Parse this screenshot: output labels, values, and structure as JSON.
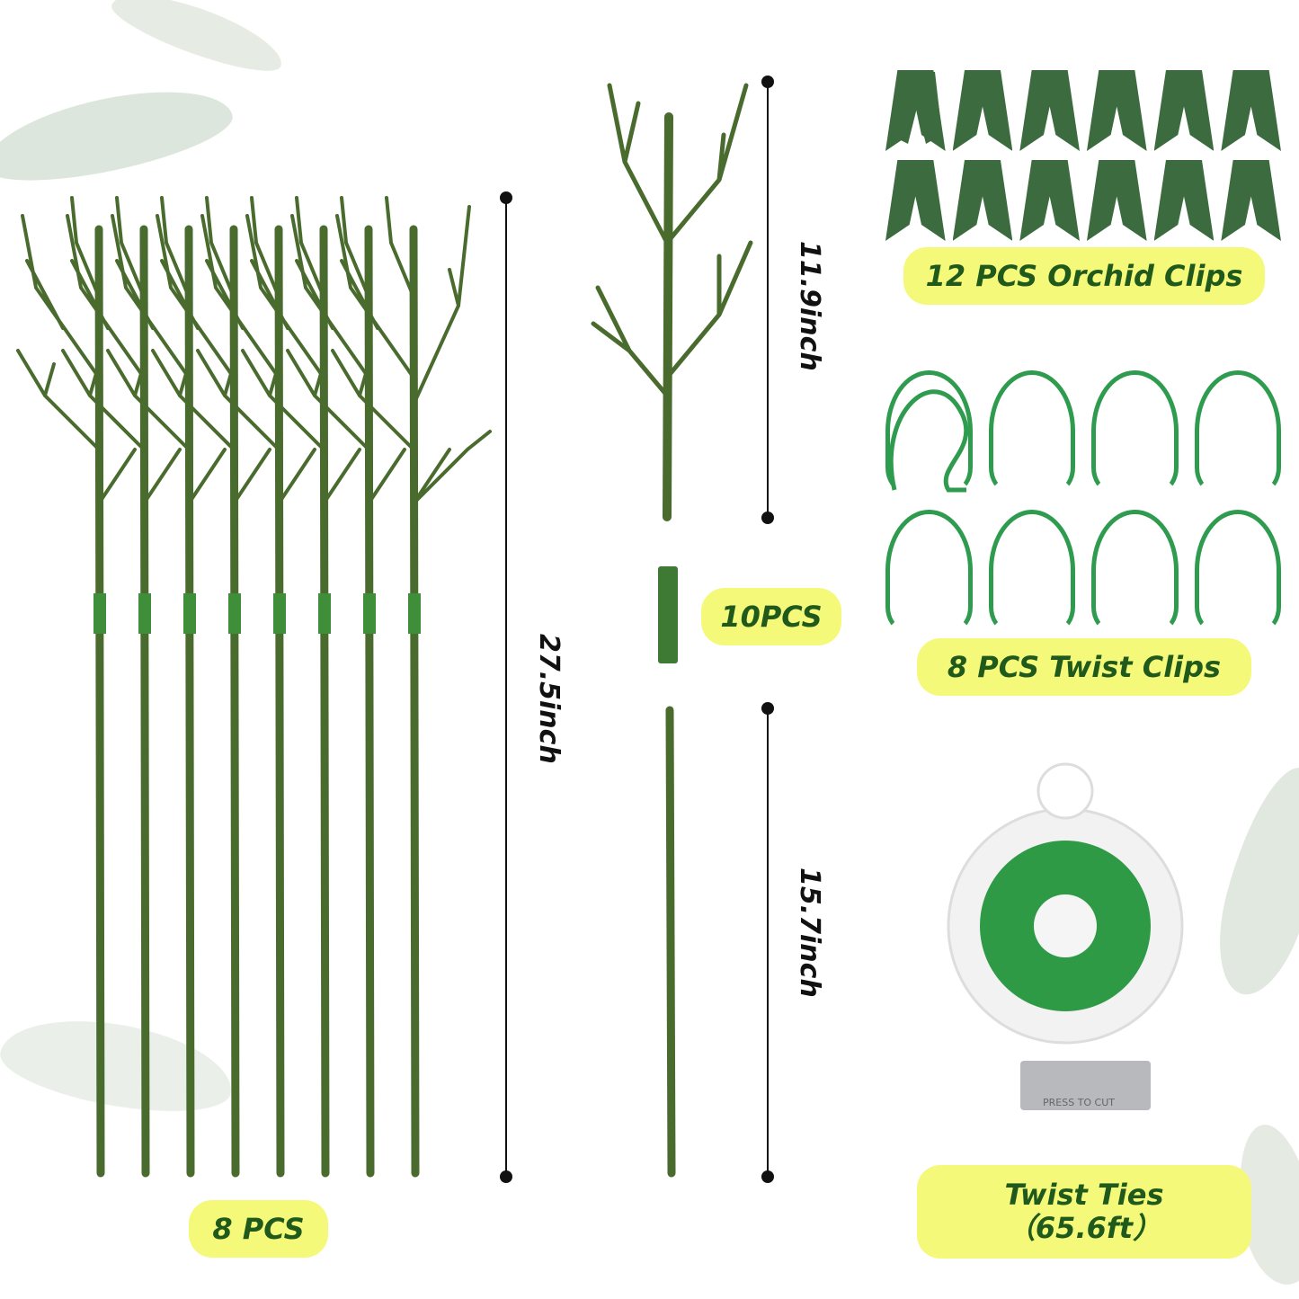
{
  "product": {
    "stakes": {
      "quantity_label": "8 PCS",
      "total_length": "27.5inch",
      "count": 8
    },
    "branch_top": {
      "length": "11.9inch"
    },
    "connector": {
      "quantity_label": "10PCS"
    },
    "stake_bottom": {
      "length": "15.7inch"
    },
    "orchid_clips": {
      "label": "12 PCS Orchid Clips",
      "count": 12
    },
    "twist_clips": {
      "label": "8 PCS Twist Clips",
      "count": 8
    },
    "twist_ties": {
      "label_line1": "Twist Ties",
      "label_line2": "（65.6ft）",
      "cutter_text": "PRESS TO CUT"
    }
  },
  "colors": {
    "stake_green": "#4a6b2e",
    "clip_green": "#3b6b3e",
    "twist_clip_green": "#2e9b4f",
    "label_bg": "#f5f97a",
    "label_text": "#1f5a1c"
  }
}
